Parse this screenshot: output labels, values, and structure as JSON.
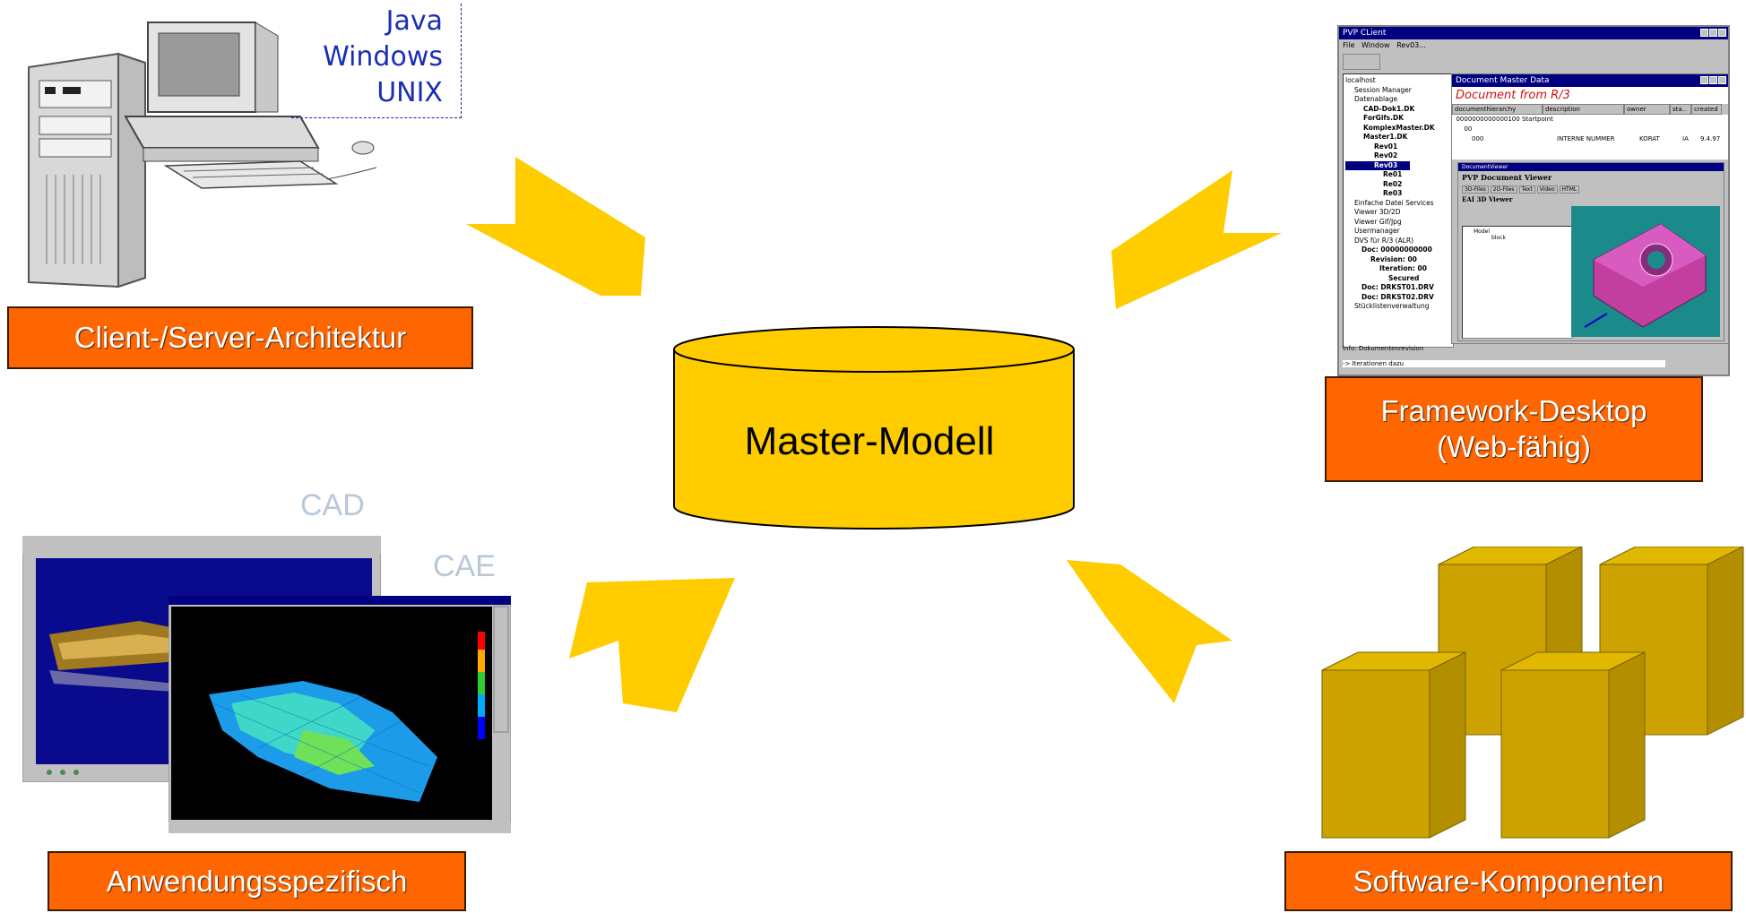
{
  "center": {
    "label": "Master-Modell"
  },
  "top_left": {
    "os_list": [
      "Java",
      "Windows",
      "UNIX"
    ],
    "label": "Client-/Server-Architektur"
  },
  "top_right": {
    "label_line1": "Framework-Desktop",
    "label_line2": "(Web-fähig)",
    "screenshot": {
      "app_title": "PVP CLient",
      "menu": [
        "File",
        "Window",
        "Rev03..."
      ],
      "tree_items": [
        "localhost",
        "Session Manager",
        "Datenablage",
        "CAD-Dok1.DK",
        "ForGifs.DK",
        "KomplexMaster.DK",
        "Master1.DK",
        "Rev01",
        "Rev02",
        "Rev03",
        "Re01",
        "Re02",
        "Re03",
        "Einfache Datei Services",
        "Viewer 3D/2D",
        "Viewer Gif/Jpg",
        "Usermanager",
        "DVS für R/3 (ALR)",
        "Doc: 00000000000",
        "Revision: 00",
        "Iteration: 00",
        "Secured",
        "Doc: DRKST01.DRV",
        "Doc: DRKST02.DRV",
        "Stücklistenverwaltung"
      ],
      "doc_window_title": "Document Master Data",
      "doc_heading": "Document from R/3",
      "columns": [
        "documenthierarchy",
        "description",
        "owner",
        "sta..",
        "created"
      ],
      "row1": {
        "id": "0000000000000100",
        "desc": "Startpoint"
      },
      "row2": {
        "id": "00"
      },
      "row3": {
        "id": "000",
        "desc": "INTERNE NUMMER",
        "owner": "KORAT",
        "status": "IA",
        "created": "9.4.97"
      },
      "viewer_window_title": "DocumentViewer",
      "viewer_heading": "PVP Document Viewer",
      "viewer_tabs": [
        "3D-Files",
        "2D-Files",
        "Text",
        "Video",
        "HTML"
      ],
      "viewer_sub": "EAI 3D Viewer",
      "model_tree": [
        "Model",
        "block"
      ],
      "status1": "Info: Dokumentenrevision",
      "status2": "-> Iterationen dazu"
    }
  },
  "bottom_left": {
    "cad_label": "CAD",
    "cae_label": "CAE",
    "label": "Anwendungsspezifisch",
    "cae_title": "Ideas.exe"
  },
  "bottom_right": {
    "label": "Software-Komponenten"
  },
  "colors": {
    "arrow": "#FFCC00",
    "cylinder": "#FFCC00",
    "label_bg": "#FF6600",
    "cube_front": "#CCA300",
    "cube_side": "#B38F00",
    "cube_top": "#E0B800"
  }
}
